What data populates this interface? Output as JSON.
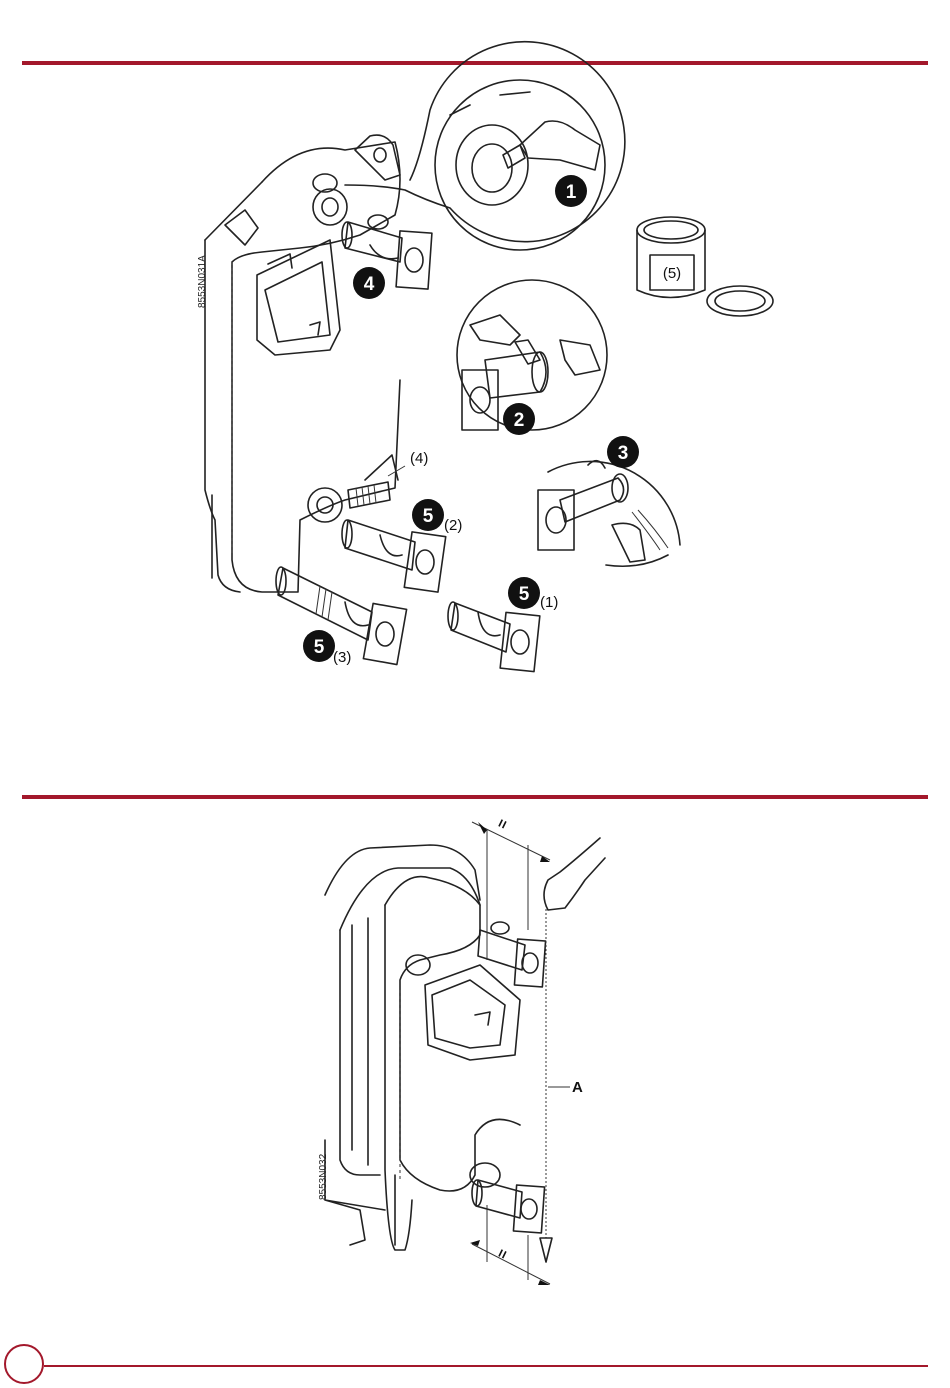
{
  "figure1": {
    "code": "8553N031A",
    "steps": [
      "1",
      "2",
      "3",
      "4",
      "5",
      "5",
      "5"
    ],
    "labels": {
      "can": "(5)",
      "fitting": "(4)",
      "variant1": "(1)",
      "variant2": "(2)",
      "variant3": "(3)"
    }
  },
  "figure2": {
    "code": "8553N032",
    "equal_top": "=",
    "equal_bottom": "=",
    "plumb_label": "A"
  },
  "colors": {
    "accent": "#a3182b",
    "line": "#222222",
    "shade": "#cfcfcf"
  }
}
